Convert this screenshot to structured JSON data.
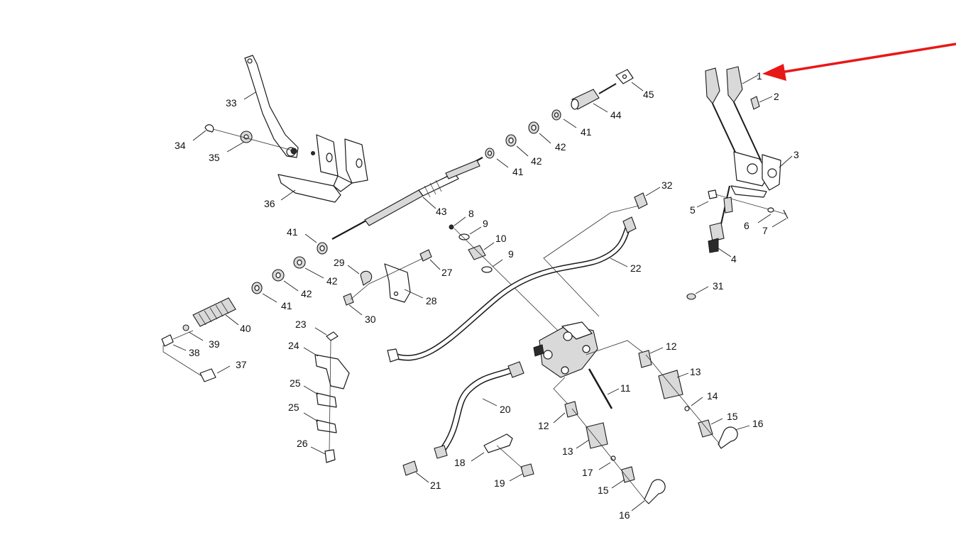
{
  "callouts": [
    {
      "id": "c1",
      "text": "1"
    },
    {
      "id": "c2",
      "text": "2"
    },
    {
      "id": "c3",
      "text": "3"
    },
    {
      "id": "c4",
      "text": "4"
    },
    {
      "id": "c5",
      "text": "5"
    },
    {
      "id": "c6",
      "text": "6"
    },
    {
      "id": "c7",
      "text": "7"
    },
    {
      "id": "c8",
      "text": "8"
    },
    {
      "id": "c9a",
      "text": "9"
    },
    {
      "id": "c9b",
      "text": "9"
    },
    {
      "id": "c10",
      "text": "10"
    },
    {
      "id": "c11",
      "text": "11"
    },
    {
      "id": "c12a",
      "text": "12"
    },
    {
      "id": "c12b",
      "text": "12"
    },
    {
      "id": "c13a",
      "text": "13"
    },
    {
      "id": "c13b",
      "text": "13"
    },
    {
      "id": "c14",
      "text": "14"
    },
    {
      "id": "c15a",
      "text": "15"
    },
    {
      "id": "c15b",
      "text": "15"
    },
    {
      "id": "c16a",
      "text": "16"
    },
    {
      "id": "c16b",
      "text": "16"
    },
    {
      "id": "c17",
      "text": "17"
    },
    {
      "id": "c18",
      "text": "18"
    },
    {
      "id": "c19",
      "text": "19"
    },
    {
      "id": "c20",
      "text": "20"
    },
    {
      "id": "c21",
      "text": "21"
    },
    {
      "id": "c22",
      "text": "22"
    },
    {
      "id": "c23",
      "text": "23"
    },
    {
      "id": "c24",
      "text": "24"
    },
    {
      "id": "c25a",
      "text": "25"
    },
    {
      "id": "c25b",
      "text": "25"
    },
    {
      "id": "c26",
      "text": "26"
    },
    {
      "id": "c27",
      "text": "27"
    },
    {
      "id": "c28",
      "text": "28"
    },
    {
      "id": "c29",
      "text": "29"
    },
    {
      "id": "c30",
      "text": "30"
    },
    {
      "id": "c31",
      "text": "31"
    },
    {
      "id": "c32",
      "text": "32"
    },
    {
      "id": "c33",
      "text": "33"
    },
    {
      "id": "c34",
      "text": "34"
    },
    {
      "id": "c35",
      "text": "35"
    },
    {
      "id": "c36",
      "text": "36"
    },
    {
      "id": "c37",
      "text": "37"
    },
    {
      "id": "c38",
      "text": "38"
    },
    {
      "id": "c39",
      "text": "39"
    },
    {
      "id": "c40",
      "text": "40"
    },
    {
      "id": "c41a",
      "text": "41"
    },
    {
      "id": "c41b",
      "text": "41"
    },
    {
      "id": "c41c",
      "text": "41"
    },
    {
      "id": "c41d",
      "text": "41"
    },
    {
      "id": "c42a",
      "text": "42"
    },
    {
      "id": "c42b",
      "text": "42"
    },
    {
      "id": "c42c",
      "text": "42"
    },
    {
      "id": "c42d",
      "text": "42"
    },
    {
      "id": "c43",
      "text": "43"
    },
    {
      "id": "c44",
      "text": "44"
    },
    {
      "id": "c45",
      "text": "45"
    }
  ],
  "colors": {
    "background": "#ffffff",
    "linework": "#1a1a1a",
    "highlight_arrow": "#e81818"
  },
  "highlight": {
    "target_callout": "1"
  }
}
